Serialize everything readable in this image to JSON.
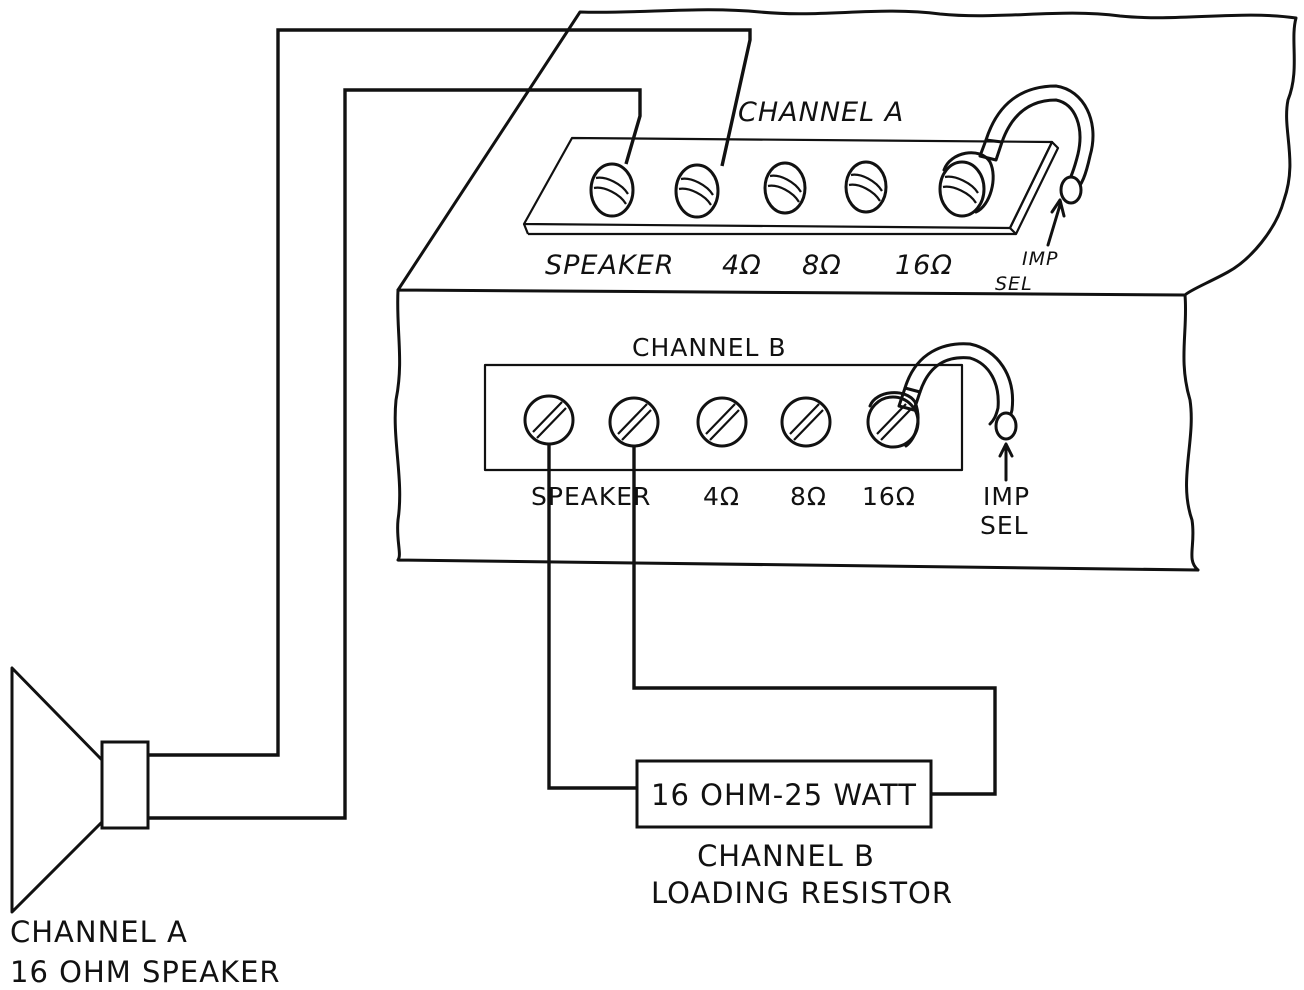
{
  "channel_a_panel": {
    "title": "CHANNEL A",
    "labels": [
      "SPEAKER",
      "4Ω",
      "8Ω",
      "16Ω"
    ],
    "imp_sel": [
      "IMP",
      "SEL"
    ]
  },
  "channel_b_panel": {
    "title": "CHANNEL B",
    "labels": [
      "SPEAKER",
      "4Ω",
      "8Ω",
      "16Ω"
    ],
    "imp_sel": [
      "IMP",
      "SEL"
    ]
  },
  "resistor": {
    "value": "16 OHM-25 WATT",
    "caption": [
      "CHANNEL B",
      "LOADING RESISTOR"
    ]
  },
  "speaker": {
    "caption": [
      "CHANNEL A",
      "16 OHM SPEAKER"
    ]
  }
}
